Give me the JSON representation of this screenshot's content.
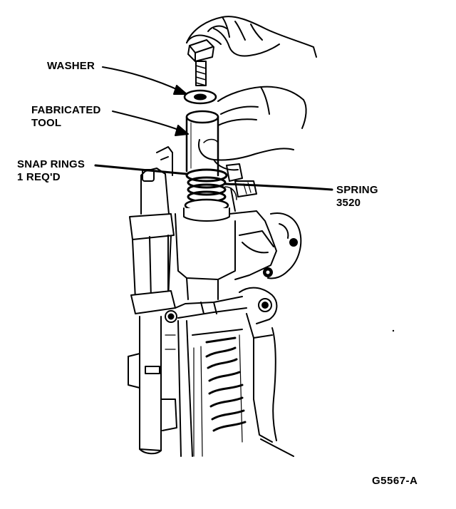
{
  "labels": {
    "washer": "WASHER",
    "fabricated_tool_line1": "FABRICATED",
    "fabricated_tool_line2": "TOOL",
    "snap_rings_line1": "SNAP RINGS",
    "snap_rings_line2": "1 REQ'D",
    "spring_line1": "SPRING",
    "spring_line2": "3520"
  },
  "figure_code": "G5567-A",
  "colors": {
    "ink": "#000000",
    "paper": "#ffffff"
  }
}
